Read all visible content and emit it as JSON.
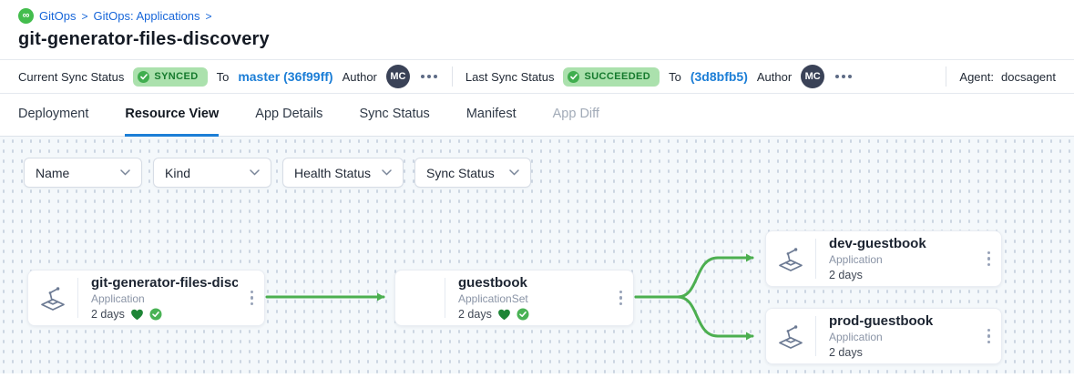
{
  "breadcrumb": {
    "logo_icon": "gitops-infinity-icon",
    "logo_glyph": "∞",
    "items": [
      {
        "label": "GitOps"
      },
      {
        "label": "GitOps: Applications"
      }
    ],
    "separator": ">"
  },
  "page": {
    "title": "git-generator-files-discovery"
  },
  "status_bar": {
    "current_sync": {
      "label": "Current Sync Status",
      "badge": "SYNCED",
      "to_label": "To",
      "revision": "master (36f99ff)",
      "author_label": "Author",
      "author_initials": "MC"
    },
    "last_sync": {
      "label": "Last Sync Status",
      "badge": "SUCCEEDED",
      "to_label": "To",
      "revision": "(3d8bfb5)",
      "author_label": "Author",
      "author_initials": "MC"
    },
    "agent": {
      "label": "Agent:",
      "value": "docsagent"
    }
  },
  "tabs": [
    {
      "label": "Deployment",
      "state": "normal"
    },
    {
      "label": "Resource View",
      "state": "active"
    },
    {
      "label": "App Details",
      "state": "normal"
    },
    {
      "label": "Sync Status",
      "state": "normal"
    },
    {
      "label": "Manifest",
      "state": "normal"
    },
    {
      "label": "App Diff",
      "state": "disabled"
    }
  ],
  "filters": [
    {
      "label": "Name"
    },
    {
      "label": "Kind"
    },
    {
      "label": "Health Status"
    },
    {
      "label": "Sync Status"
    }
  ],
  "graph": {
    "nodes": [
      {
        "title": "git-generator-files-disco...",
        "kind": "Application",
        "age": "2 days",
        "health": "healthy",
        "sync": "synced",
        "icon": "application-resource-icon"
      },
      {
        "title": "guestbook",
        "kind": "ApplicationSet",
        "age": "2 days",
        "health": "healthy",
        "sync": "synced",
        "icon": "none"
      },
      {
        "title": "dev-guestbook",
        "kind": "Application",
        "age": "2 days",
        "icon": "application-resource-icon"
      },
      {
        "title": "prod-guestbook",
        "kind": "Application",
        "age": "2 days",
        "icon": "application-resource-icon"
      }
    ],
    "edges": [
      {
        "from": "git-generator-files-disco...",
        "to": "guestbook"
      },
      {
        "from": "guestbook",
        "to": "dev-guestbook"
      },
      {
        "from": "guestbook",
        "to": "prod-guestbook"
      }
    ]
  },
  "icons": {
    "check": "✓",
    "heart": "❤",
    "chevron_down": "⌄",
    "kebab": "⋮",
    "more_options": "•••"
  },
  "colors": {
    "edge_green": "#4caf50",
    "badge_bg": "#abe1ad",
    "badge_text": "#157a2d",
    "badge_check_bg": "#3fae4e",
    "link_blue": "#1766d9",
    "revision_blue": "#1c7ed6",
    "avatar_bg": "#3a4257",
    "logo_green": "#43bd4d",
    "active_tab_underline": "#1c7ed6",
    "health_heart_green": "#1e8536",
    "sync_check_green": "#49b254",
    "canvas_bg": "#f4f8fb"
  }
}
